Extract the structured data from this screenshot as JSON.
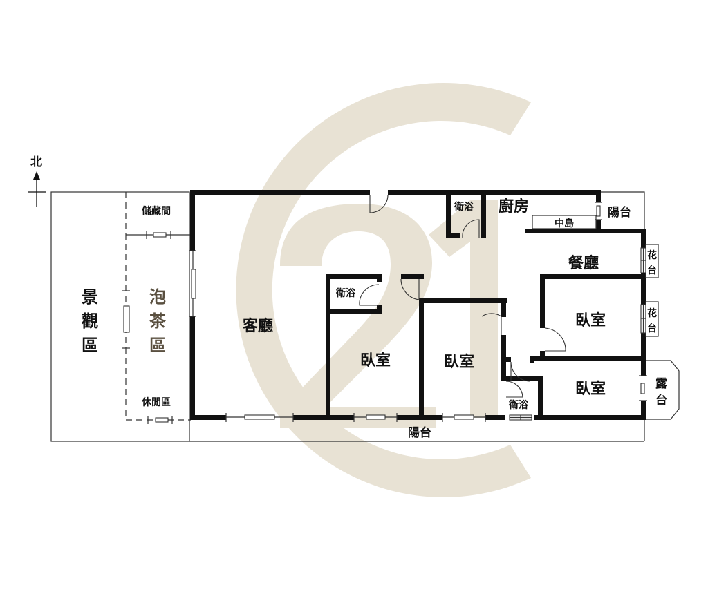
{
  "compass": {
    "label": "北"
  },
  "watermark": {
    "text": "C21",
    "color": "#e8e2d4"
  },
  "colors": {
    "wall": "#111111",
    "line": "#333333",
    "background": "#ffffff"
  },
  "rooms": {
    "scenic_area": {
      "chars": [
        "景",
        "觀",
        "區"
      ]
    },
    "tea_area": {
      "chars": [
        "泡",
        "茶",
        "區"
      ]
    },
    "storage": {
      "label": "儲藏間"
    },
    "leisure": {
      "label": "休閒區"
    },
    "living_room": {
      "label": "客廳"
    },
    "bath_top": {
      "label": "衛浴"
    },
    "kitchen": {
      "label": "廚房"
    },
    "island": {
      "label": "中島"
    },
    "balcony_ne": {
      "label": "陽台"
    },
    "dining": {
      "label": "餐廳"
    },
    "planter_1": {
      "chars": [
        "花",
        "台"
      ]
    },
    "planter_2": {
      "chars": [
        "花",
        "台"
      ]
    },
    "bath_mid": {
      "label": "衛浴"
    },
    "bedroom_1": {
      "label": "臥室"
    },
    "bedroom_2": {
      "label": "臥室"
    },
    "bedroom_3": {
      "label": "臥室"
    },
    "bedroom_4": {
      "label": "臥室"
    },
    "bath_small": {
      "label": "衛浴"
    },
    "terrace": {
      "chars": [
        "露",
        "台"
      ]
    },
    "balcony_south": {
      "label": "陽台"
    }
  }
}
